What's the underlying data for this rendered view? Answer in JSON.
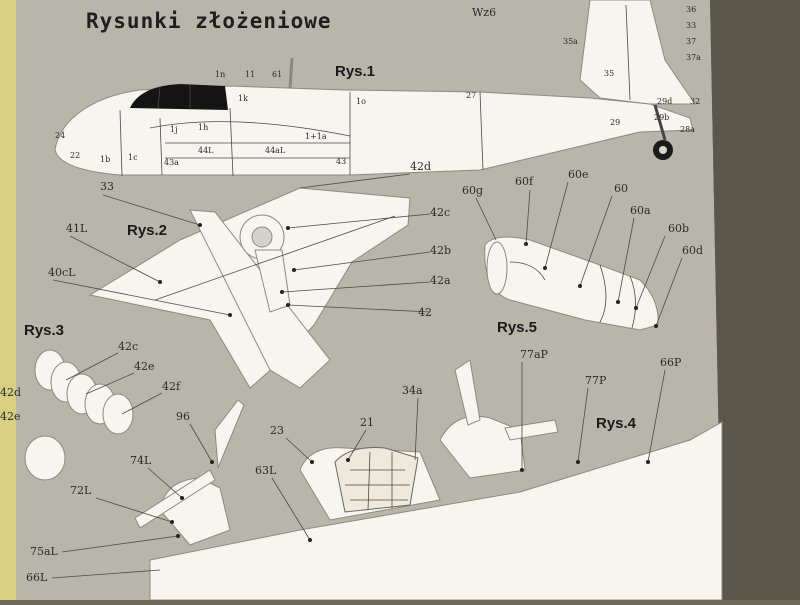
{
  "title": "Rysunki złożeniowe",
  "wz_label": "Wz6",
  "rys": [
    "Rys.1",
    "Rys.2",
    "Rys.3",
    "Rys.4",
    "Rys.5"
  ],
  "fig1": [
    "1n",
    "11",
    "61",
    "1k",
    "1o",
    "27",
    "1h",
    "1j",
    "1+1a",
    "43",
    "44L",
    "44aL",
    "43a",
    "1c",
    "1b",
    "22",
    "24",
    "35",
    "35a",
    "37",
    "37a",
    "29d",
    "29",
    "29b",
    "32",
    "28a",
    "36",
    "33"
  ],
  "fig2": [
    "33",
    "41L",
    "40cL",
    "42d",
    "42c",
    "42b",
    "42a",
    "42"
  ],
  "fig3": [
    "42c",
    "42e",
    "42f",
    "42d",
    "42e"
  ],
  "fig5": [
    "60g",
    "60f",
    "60e",
    "60",
    "60a",
    "60b",
    "60d"
  ],
  "fig4": [
    "77aP",
    "77P",
    "66P",
    "34a",
    "21",
    "23",
    "96",
    "74L",
    "63L",
    "72L",
    "75aL",
    "66L"
  ]
}
